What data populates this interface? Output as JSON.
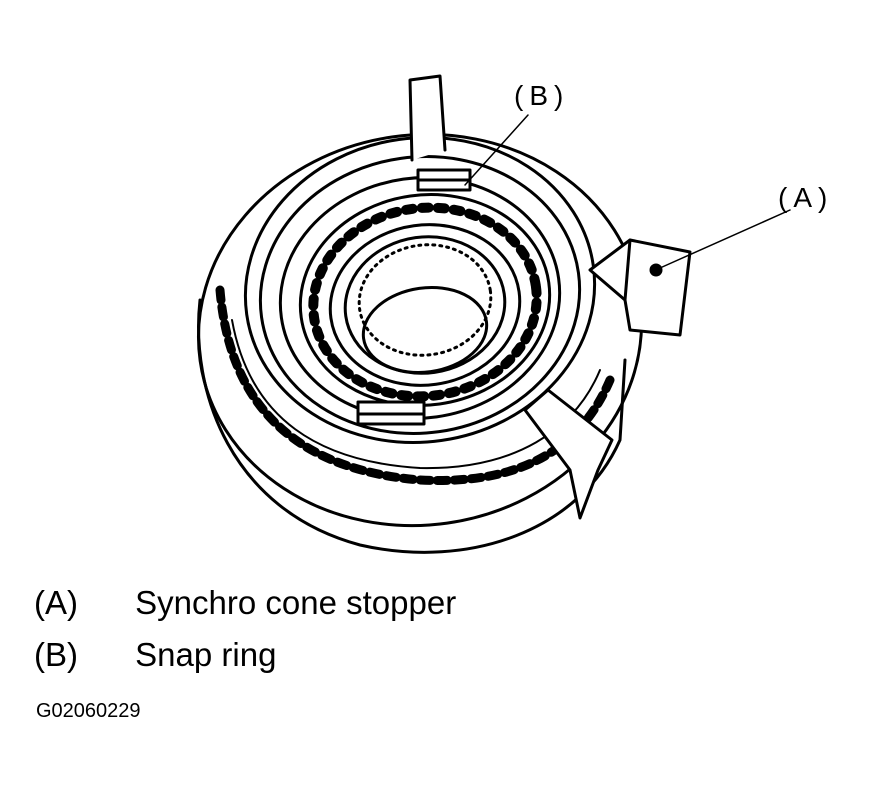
{
  "callouts": {
    "a": "(A)",
    "b": "(B)"
  },
  "legend": [
    {
      "key": "(A)",
      "desc": "Synchro cone stopper"
    },
    {
      "key": "(B)",
      "desc": "Snap ring"
    }
  ],
  "figure_id": "G02060229",
  "colors": {
    "ink": "#000000",
    "paper": "#ffffff"
  }
}
